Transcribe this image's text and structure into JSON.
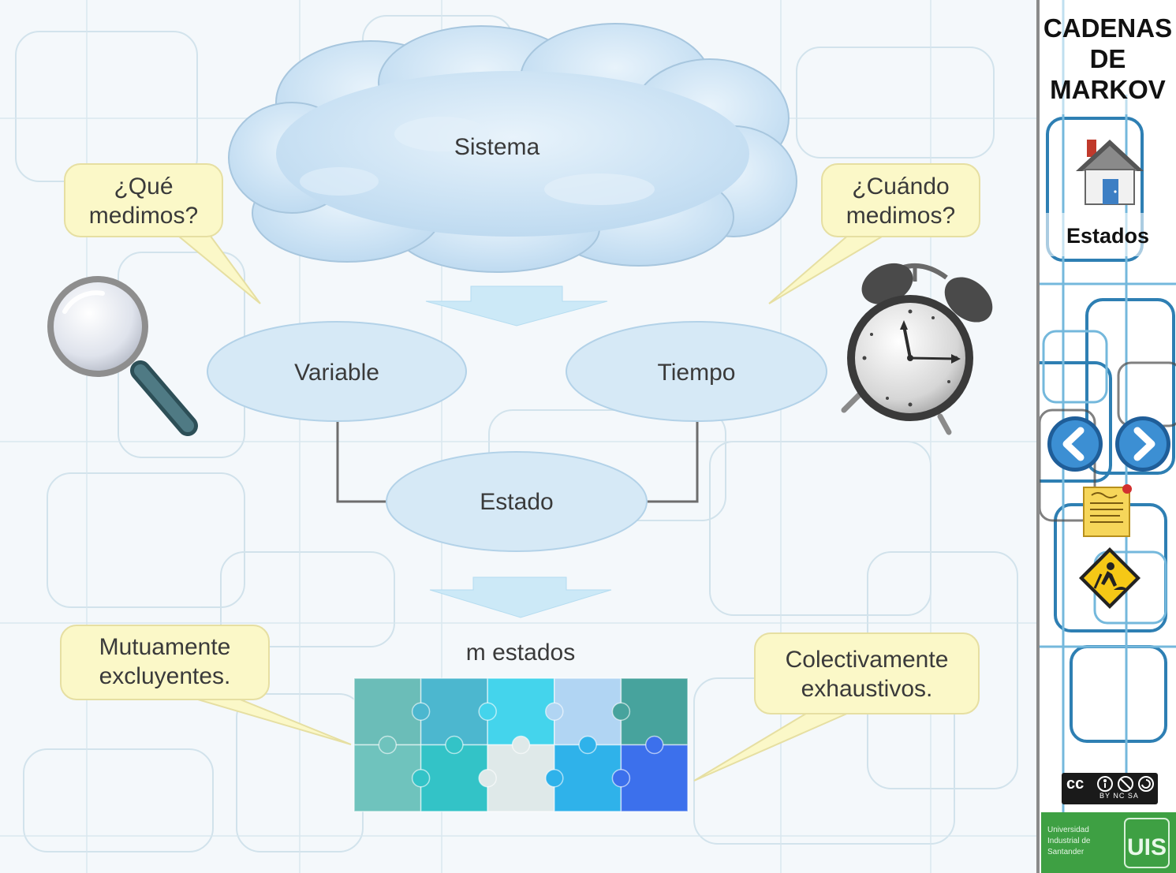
{
  "diagram": {
    "root": "Sistema",
    "questions": {
      "what": [
        "¿Qué",
        "medimos?"
      ],
      "when": [
        "¿Cuándo",
        "medimos?"
      ]
    },
    "nodes": {
      "variable": "Variable",
      "tiempo": "Tiempo",
      "estado": "Estado"
    },
    "states_label": "m estados",
    "properties": {
      "left": [
        "Mutuamente",
        "excluyentes."
      ],
      "right": [
        "Colectivamente",
        "exhaustivos."
      ]
    },
    "puzzle_colors": [
      [
        "#6bbdb8",
        "#4cb7cf",
        "#44d4ec",
        "#b1d5f3",
        "#47a39d"
      ],
      [
        "#6fc3bd",
        "#33c3c7",
        "#dfe9e9",
        "#2fb2ea",
        "#3c70ec"
      ]
    ]
  },
  "sidebar": {
    "title": [
      "CADENAS",
      "DE",
      "MARKOV"
    ],
    "section": "Estados",
    "license": {
      "main": "cc",
      "sub": "BY NC SA"
    },
    "university": [
      "Universidad",
      "Industrial de",
      "Santander"
    ],
    "university_logo": "UIS"
  },
  "icons": {
    "home": "home-icon",
    "prev": "arrow-left-icon",
    "next": "arrow-right-icon",
    "notes": "notepad-icon",
    "construction": "construction-icon",
    "magnifier": "magnifier-icon",
    "clock": "alarm-clock-icon"
  },
  "colors": {
    "ellipse": "#d6e9f6",
    "callout": "#fbf8c8",
    "arrow": "#cce9f7",
    "accent_blue": "#2f86c6",
    "uis_green": "#3ea043"
  }
}
